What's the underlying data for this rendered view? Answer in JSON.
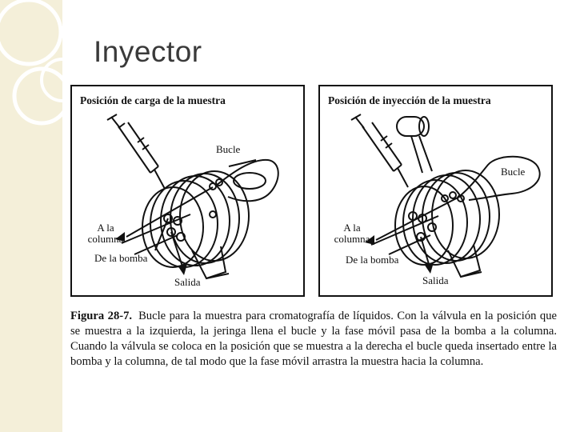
{
  "slide": {
    "title": "Inyector"
  },
  "figure": {
    "left_panel": {
      "title": "Posición de carga de la muestra",
      "labels": {
        "loop": "Bucle",
        "to_column_1": "A la",
        "to_column_2": "columna",
        "from_pump": "De la bomba",
        "outlet": "Salida"
      }
    },
    "right_panel": {
      "title": "Posición de inyección de la muestra",
      "labels": {
        "loop": "Bucle",
        "to_column_1": "A la",
        "to_column_2": "columna",
        "from_pump": "De la bomba",
        "outlet": "Salida"
      }
    },
    "caption": {
      "label": "Figura 28-7.",
      "text": "Bucle para la muestra para cromatografía de líquidos. Con la válvula en la posición que se muestra a la izquierda, la jeringa llena el bucle y la fase móvil pasa de la bomba a la columna. Cuando la válvula se coloca en la posición que se muestra a la derecha el bucle queda insertado entre la bomba y la columna, de tal modo que la fase móvil arrastra la muestra hacia la columna."
    }
  },
  "colors": {
    "side_band": "#f4efd9",
    "title_text": "#3a3a3a",
    "line_art": "#111111"
  }
}
